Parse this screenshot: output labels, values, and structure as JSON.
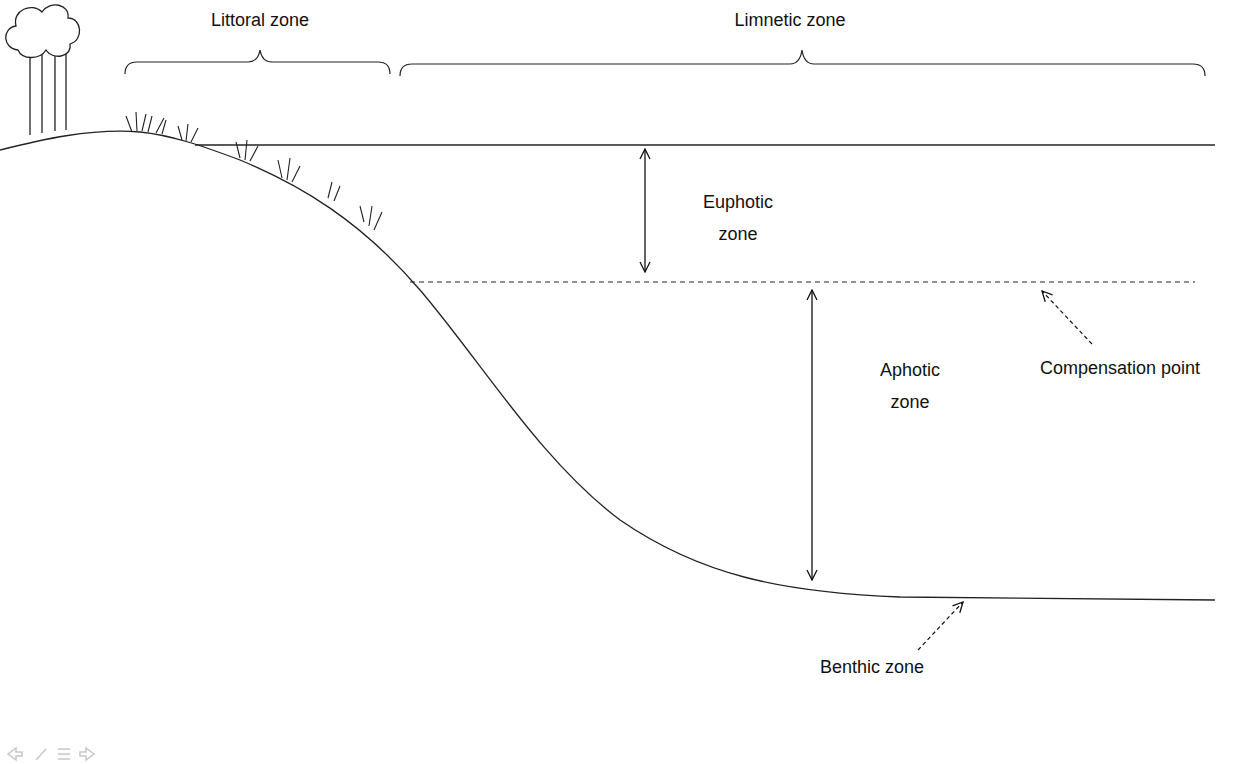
{
  "diagram": {
    "labels": [
      "Littoral zone",
      "Limnetic zone",
      "Euphotic zone",
      "Aphotic zone",
      "Compensation point",
      "Benthic zone"
    ]
  }
}
